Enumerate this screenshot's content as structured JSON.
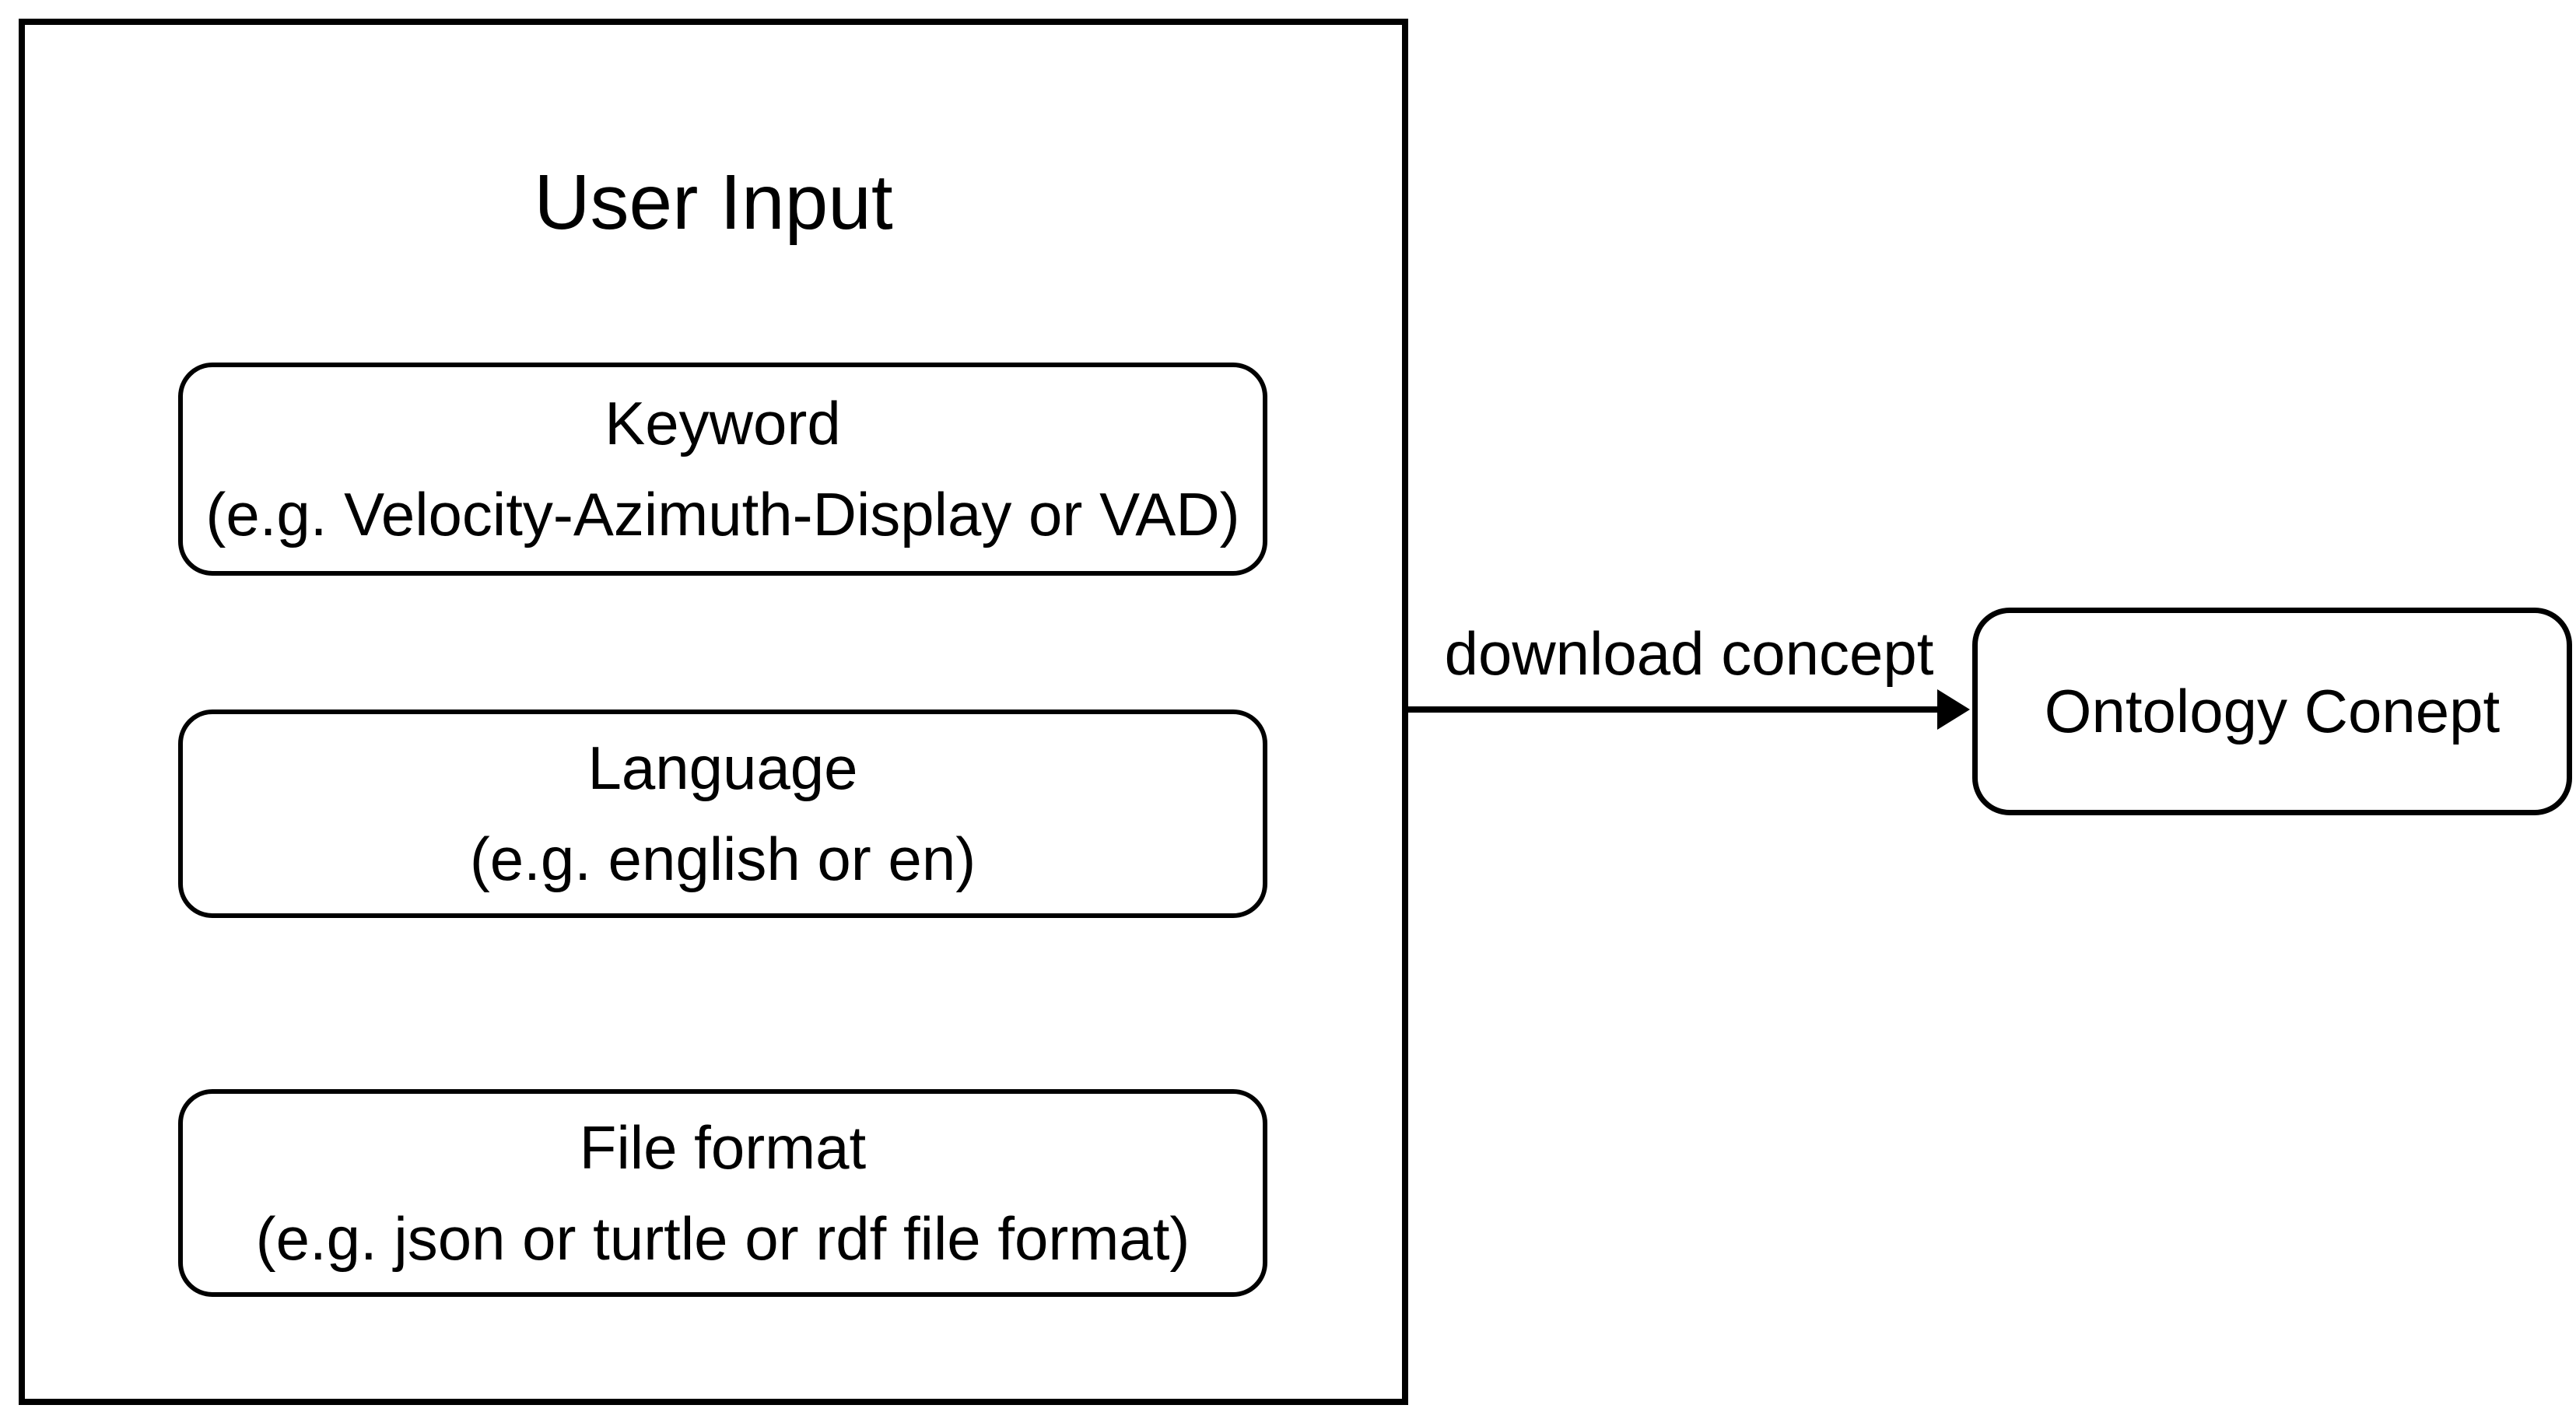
{
  "canvas": {
    "background_color": "#ffffff",
    "stroke_color": "#000000",
    "text_color": "#000000"
  },
  "user_input_group": {
    "title": "User Input",
    "fields": [
      {
        "name": "Keyword",
        "example": "(e.g. Velocity-Azimuth-Display or VAD)"
      },
      {
        "name": "Language",
        "example": "(e.g. english or en)"
      },
      {
        "name": "File format",
        "example": "(e.g. json or turtle or rdf file format)"
      }
    ]
  },
  "edge": {
    "label": "download concept",
    "arrow_icon": "arrowhead-right-icon"
  },
  "ontology_node": {
    "label": "Ontology Conept"
  }
}
